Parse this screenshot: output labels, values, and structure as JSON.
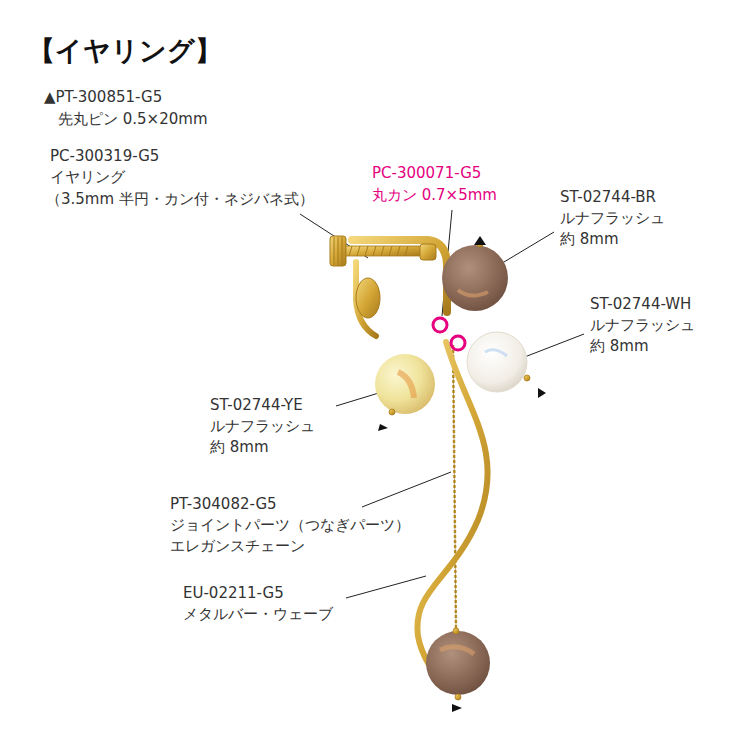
{
  "diagram": {
    "title": "【イヤリング】",
    "labels": [
      "▲PT-300851-G5",
      "先丸ピン 0.5×20mm",
      "PC-300319-G5",
      "イヤリング",
      "（3.5mm 半円・カン付・ネジバネ式）",
      "PC-300071-G5",
      "丸カン 0.7×5mm",
      "ST-02744-BR",
      "ルナフラッシュ",
      "約 8mm",
      "ST-02744-WH",
      "ルナフラッシュ",
      "約 8mm",
      "ST-02744-YE",
      "ルナフラッシュ",
      "約 8mm",
      "PT-304082-G5",
      "ジョイントパーツ（つなぎパーツ）",
      "エレガンスチェーン",
      "EU-02211-G5",
      "メタルバー・ウェーブ"
    ]
  }
}
